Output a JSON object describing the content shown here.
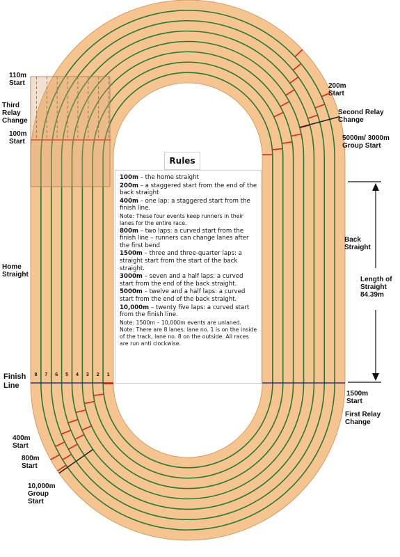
{
  "title": "Rules",
  "rules": [
    {
      "event": "100m",
      "sep": " – ",
      "text": "the home straight"
    },
    {
      "event": "200m",
      "sep": " – ",
      "text": "a staggered start from the end of the back straight"
    },
    {
      "event": "400m",
      "sep": " – ",
      "text": "one lap: a staggered start from the finish line."
    },
    {
      "note": "Note: These four events keep runners in their lanes for the entire race."
    },
    {
      "event": "800m",
      "sep": " – ",
      "text": "two laps: a curved start from the finish line – runners can change lanes after the first bend"
    },
    {
      "event": "1500m",
      "sep": " – ",
      "text": "three and three-quarter laps: a straight start from the start of the back straight."
    },
    {
      "event": "3000m",
      "sep": " – ",
      "text": "seven and a half laps: a curved start from the end of the back straight."
    },
    {
      "event": "5000m",
      "sep": " – ",
      "text": "twelve and a half laps: a curved start from the end of the back straight."
    },
    {
      "event": "10,000m",
      "sep": " – ",
      "text": "twenty five laps: a curved start from the finish line."
    },
    {
      "note": "Note: 1500m – 10,000m events are unlaned."
    },
    {
      "note": "Note: There are 8 lanes: lane no. 1 is on the inside of the track, lane no. 8 on the outside. All races are run anti clockwise."
    }
  ],
  "labels": {
    "start_110m": "110m\nStart",
    "third_relay": "Third\nRelay\nChange",
    "start_100m": "100m\nStart",
    "start_200m": "200m\nStart",
    "second_relay": "Second Relay\nChange",
    "group_5000_3000": "5000m/ 3000m\nGroup Start",
    "back_straight": "Back\nStraight",
    "length_of_straight": "Length of\nStraight\n84.39m",
    "home_straight": "Home\nStraight",
    "finish_line": "Finish\nLine",
    "start_1500m": "1500m\nStart",
    "first_relay": "First Relay\nChange",
    "start_400m": "400m\nStart",
    "start_800m": "800m\nStart",
    "group_10000": "10,000m\nGroup\nStart"
  },
  "lane_numbers": [
    "8",
    "7",
    "6",
    "5",
    "4",
    "3",
    "2",
    "1"
  ],
  "colors": {
    "track": "#f6c58f",
    "lane_line": "#1f7a3a",
    "red_mark": "#e02020",
    "finish_blue": "#2a3590",
    "dark_mark": "#222222"
  }
}
